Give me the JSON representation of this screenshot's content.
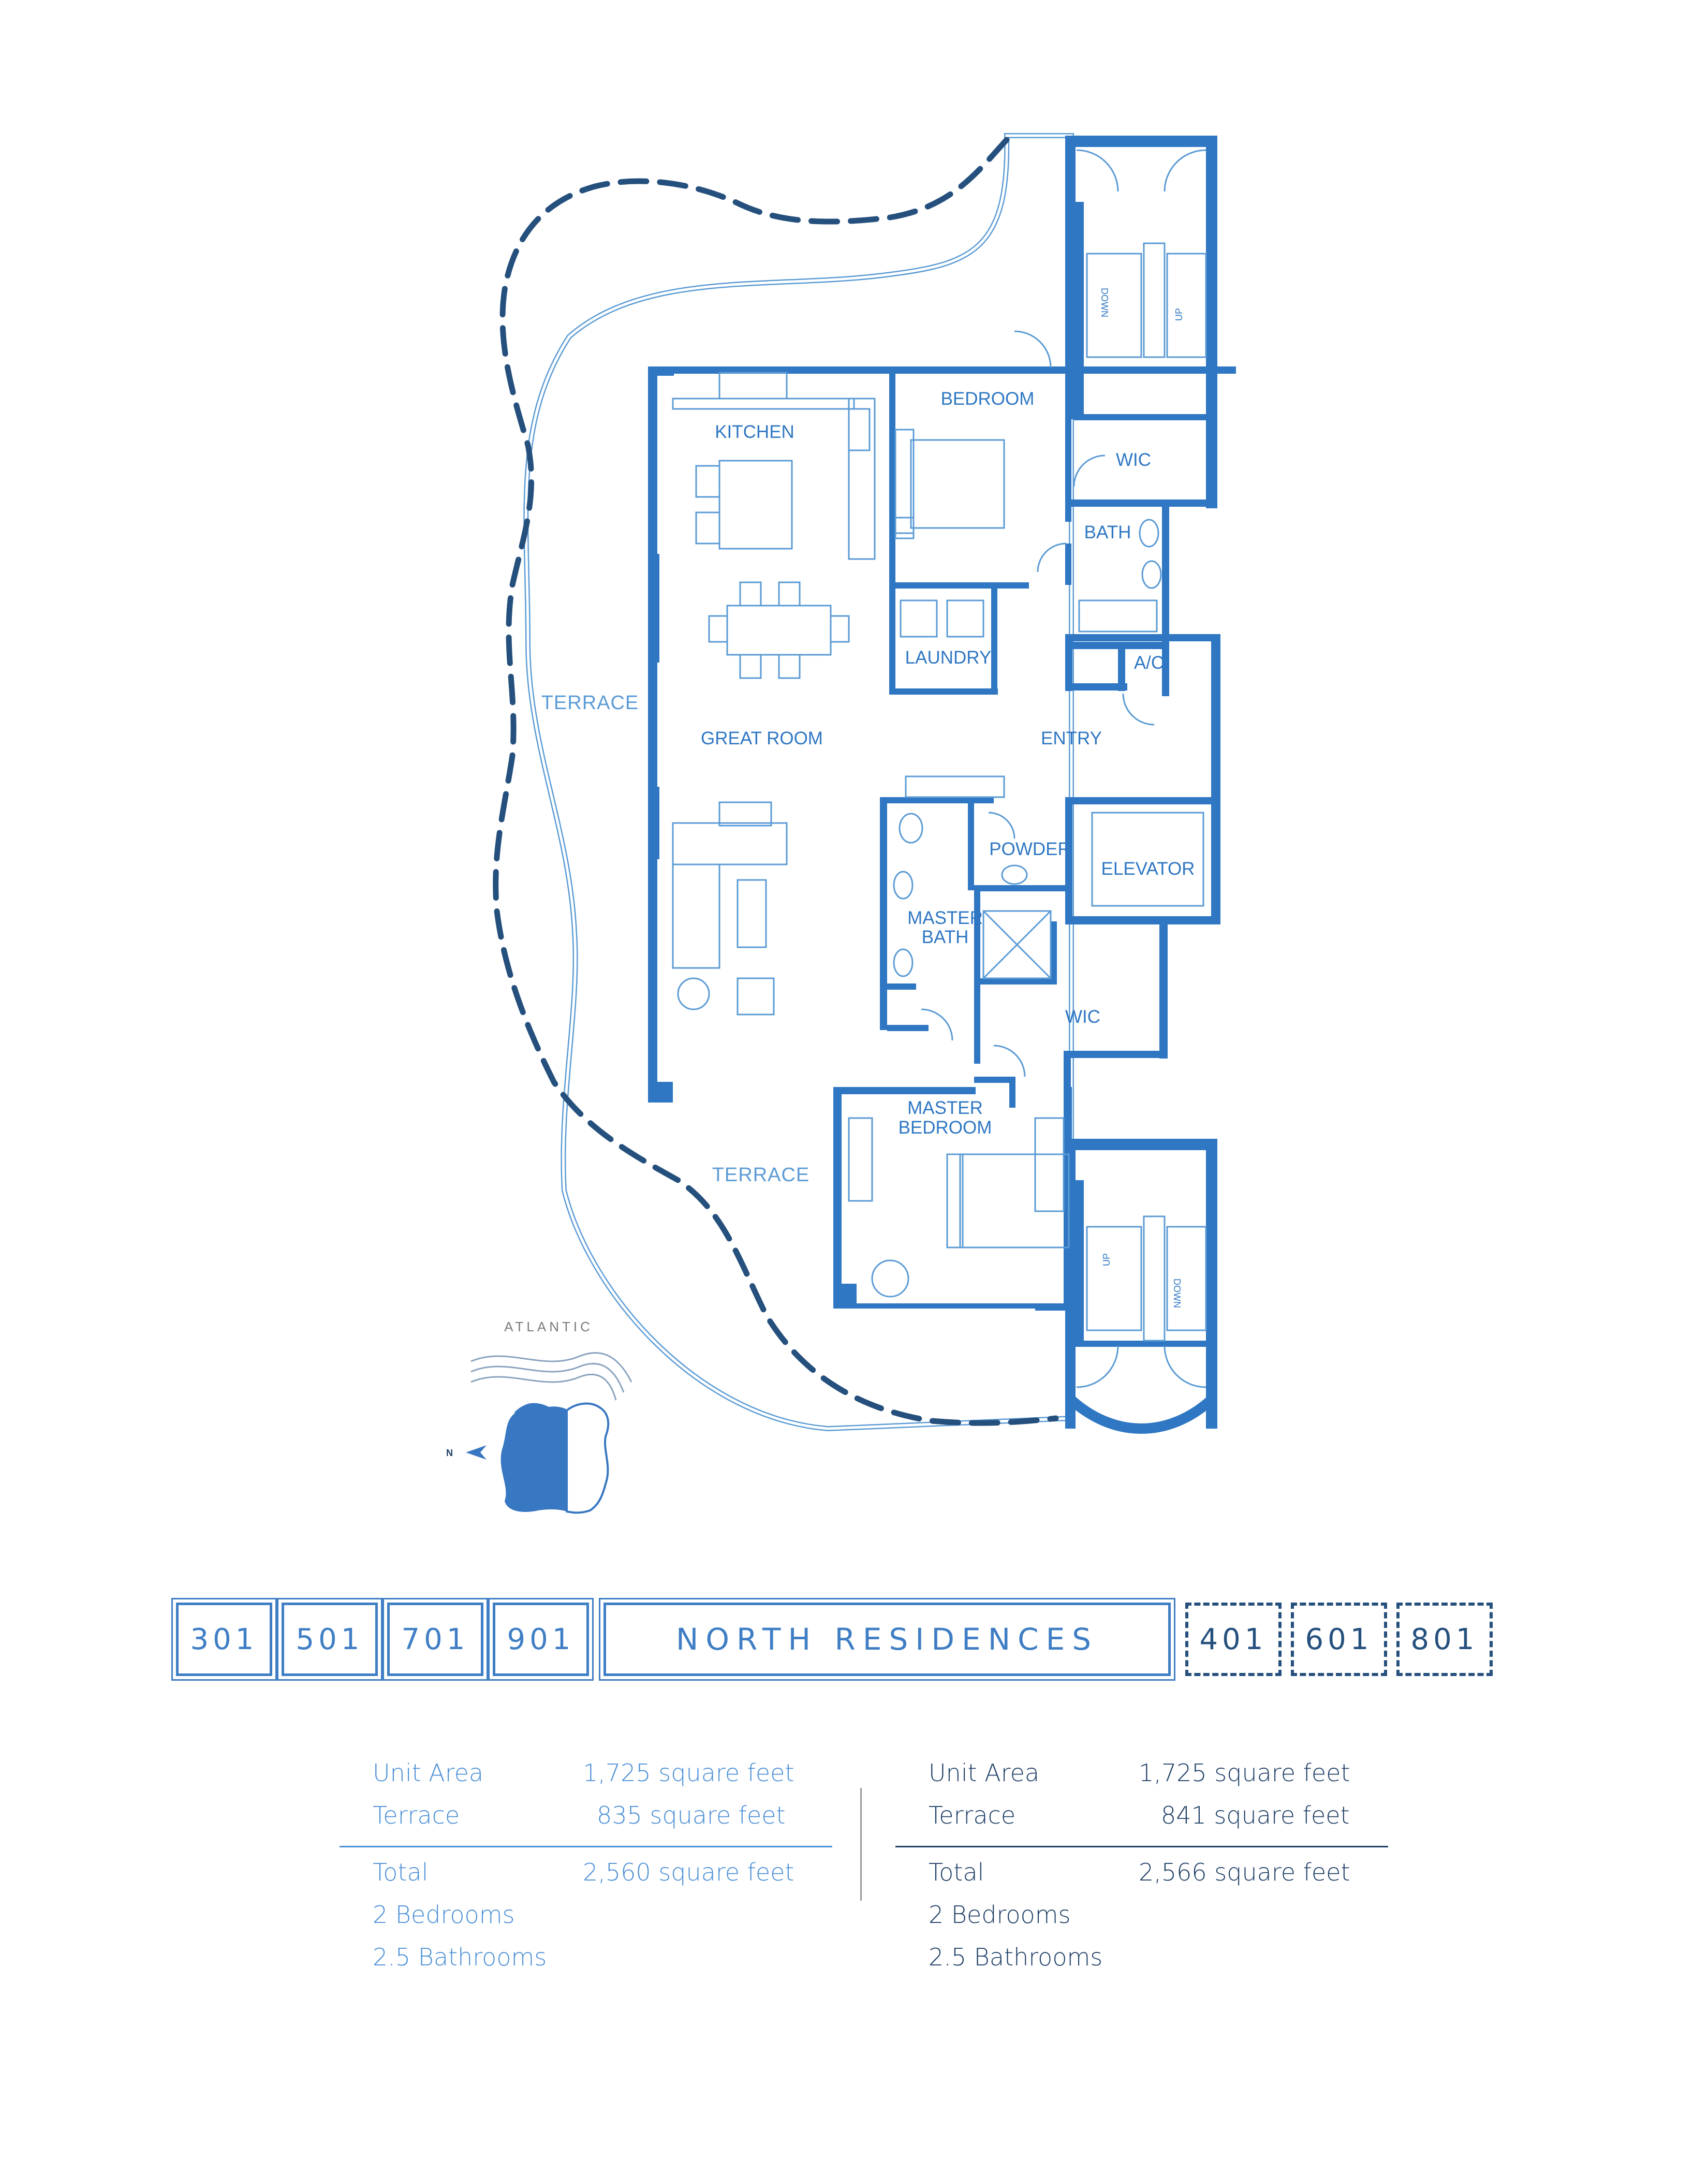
{
  "rooms": {
    "kitchen": "KITCHEN",
    "bedroom": "BEDROOM",
    "wic_top": "WIC",
    "bath": "BATH",
    "laundry": "LAUNDRY",
    "ac": "A/C",
    "great_room": "GREAT ROOM",
    "entry": "ENTRY",
    "powder": "POWDER",
    "elevator": "ELEVATOR",
    "master_bath_1": "MASTER",
    "master_bath_2": "BATH",
    "wic_bottom": "WIC",
    "master_bedroom_1": "MASTER",
    "master_bedroom_2": "BEDROOM",
    "terrace_left": "TERRACE",
    "terrace_bottom": "TERRACE"
  },
  "stairs": {
    "top_down": "DOWN",
    "top_up": "UP",
    "bottom_up": "UP",
    "bottom_down": "DOWN"
  },
  "compass": {
    "ocean_label": "ATLANTIC",
    "north_label": "N"
  },
  "units_left": [
    "301",
    "501",
    "701",
    "901"
  ],
  "units_right": [
    "401",
    "601",
    "801"
  ],
  "residence_title": "NORTH RESIDENCES",
  "stats_left": {
    "unit_area_label": "Unit Area",
    "unit_area_value": "1,725 square feet",
    "terrace_label": "Terrace",
    "terrace_value": "835 square feet",
    "total_label": "Total",
    "total_value": "2,560 square feet",
    "bedrooms": "2 Bedrooms",
    "bathrooms": "2.5 Bathrooms"
  },
  "stats_right": {
    "unit_area_label": "Unit Area",
    "unit_area_value": "1,725 square feet",
    "terrace_label": "Terrace",
    "terrace_value": "841 square feet",
    "total_label": "Total",
    "total_value": "2,566 square feet",
    "bedrooms": "2 Bedrooms",
    "bathrooms": "2.5 Bathrooms"
  },
  "colors": {
    "wall": "#2f77c3",
    "dashed_line": "#25507d",
    "accent_light": "#4b8fd6",
    "text_dark": "#1f3f66"
  }
}
